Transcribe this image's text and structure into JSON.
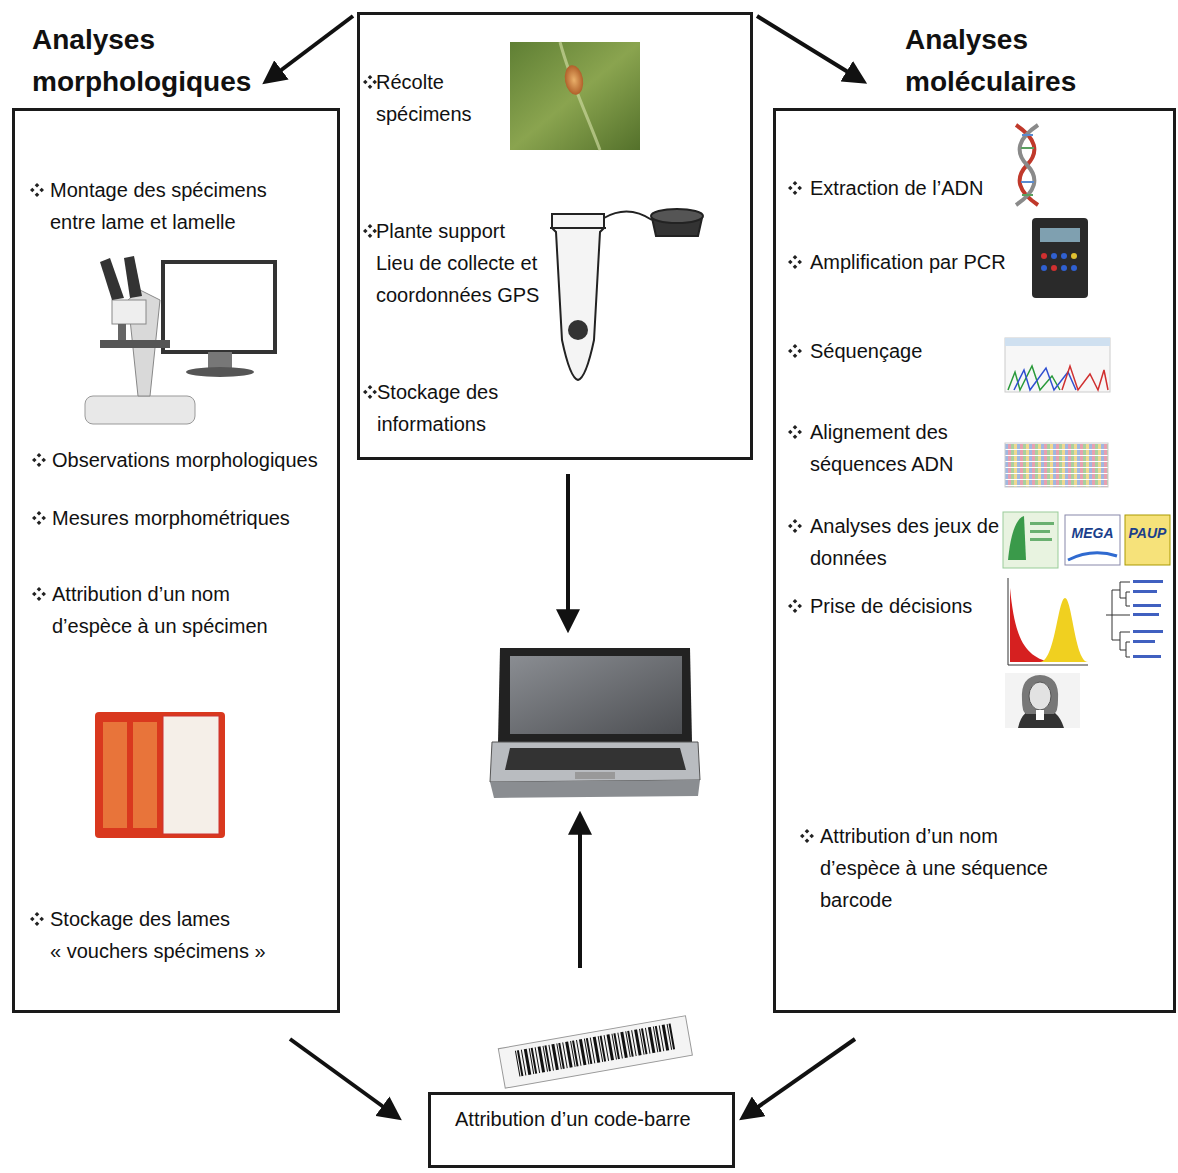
{
  "diagram": {
    "nodes": [
      {
        "text": [
          "Récolte spécimens",
          "Plante support Lieu de collecte et coordonnées GPS",
          "Stockage des informations"
        ]
      },
      {
        "text": [
          "Analyses morphologiques",
          "Montage des spécimens entre lame et lamelle",
          "Observations morphologiques",
          "Mesures morphométriques",
          "Attribution d’un nom d’espèce à un spécimen",
          "Stockage des lames « vouchers spécimens »"
        ]
      },
      {
        "text": [
          "Analyses moléculaires",
          "Extraction de l’ADN",
          "Amplification par PCR",
          "Séquençage",
          "Alignement des séquences ADN",
          "Analyses des jeux de données",
          "Prise de décisions",
          "Attribution d’un nom d’espèce à une séquence barcode"
        ]
      },
      {
        "text": [
          "Attribution d’un code-barre"
        ]
      }
    ],
    "edges": [
      {
        "from": 0,
        "to": 1,
        "arrow": "to"
      },
      {
        "from": 0,
        "to": 2,
        "arrow": "to"
      },
      {
        "from": 1,
        "to": 3,
        "arrow": "to"
      },
      {
        "from": 2,
        "to": 3,
        "arrow": "to"
      }
    ],
    "labels": [
      "MEGA",
      "PAUP"
    ]
  }
}
